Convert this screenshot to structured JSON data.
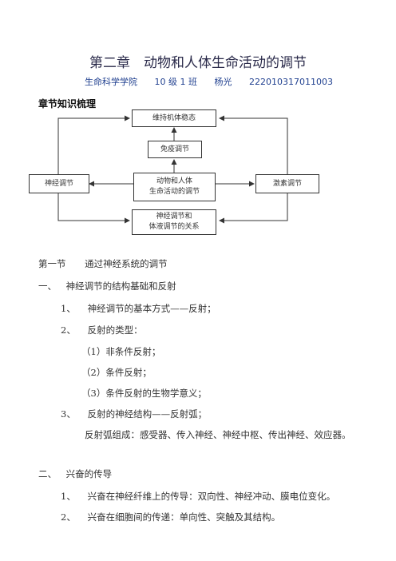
{
  "header": {
    "title": "第二章　动物和人体生命活动的调节",
    "school": "生命科学学院",
    "class": "10 级 1 班",
    "name": "杨光",
    "student_id": "222010317011003"
  },
  "section_heading": "章节知识梳理",
  "diagram": {
    "stability": "维持机体稳态",
    "immune": "免疫调节",
    "nerve": "神经调节",
    "center_line1": "动物和人体",
    "center_line2": "生命活动的调节",
    "hormone": "激素调节",
    "relation_line1": "神经调节和",
    "relation_line2": "体液调节的关系"
  },
  "lesson": {
    "heading_num": "第一节",
    "heading_text": "通过神经系统的调节",
    "part1": {
      "num": "一、",
      "title": "神经调节的结构基础和反射",
      "items": [
        {
          "num": "1、",
          "text": "神经调节的基本方式——反射；"
        },
        {
          "num": "2、",
          "text": "反射的类型："
        },
        {
          "num": "",
          "text": "（1）非条件反射；"
        },
        {
          "num": "",
          "text": "（2）条件反射；"
        },
        {
          "num": "",
          "text": "（3）条件反射的生物学意义；"
        },
        {
          "num": "3、",
          "text": "反射的神经结构——反射弧；"
        },
        {
          "num": "",
          "text": "反射弧组成：感受器、传入神经、神经中枢、传出神经、效应器。"
        }
      ]
    },
    "part2": {
      "num": "二、",
      "title": "兴奋的传导",
      "items": [
        {
          "num": "1、",
          "text": "兴奋在神经纤维上的传导：双向性、神经冲动、膜电位变化。"
        },
        {
          "num": "2、",
          "text": "兴奋在细胞间的传递：单向性、突触及其结构。"
        }
      ]
    }
  }
}
